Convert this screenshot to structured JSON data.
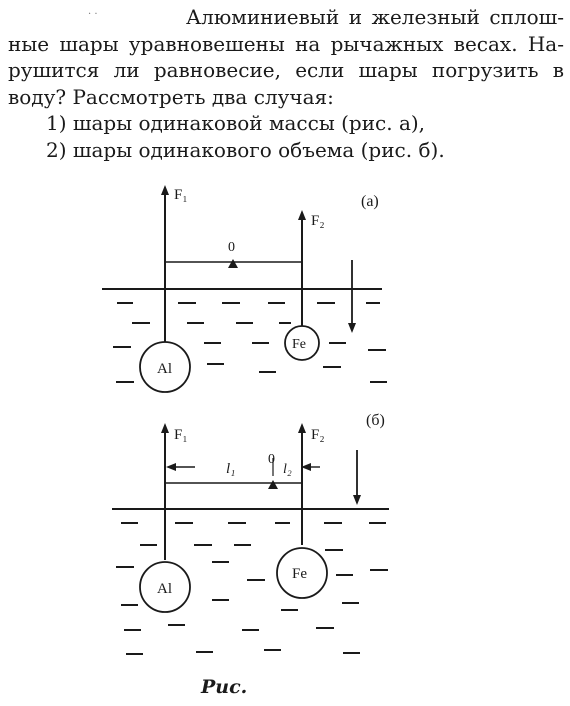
{
  "problem": {
    "line1": "Алюминиевый и железный сплош-",
    "line2": "ные шары уравновешены на рычажных весах. На-",
    "line3": "рушится ли равновесие, если шары погрузить в",
    "line4": "воду? Рассмотреть два случая:",
    "item1": "1) шары одинаковой массы (рис. а),",
    "item2": "2) шары одинакового объема (рис. б)."
  },
  "figure_a": {
    "label": "(а)",
    "f1": "F₁",
    "f2": "F₂",
    "pivot": "0",
    "ball_left": "Al",
    "ball_right": "Fe"
  },
  "figure_b": {
    "label": "(б)",
    "f1": "F₁",
    "f2": "F₂",
    "pivot": "0",
    "l1": "l₁",
    "l2": "l₂",
    "ball_left": "Al",
    "ball_right": "Fe"
  },
  "caption": "Рис."
}
